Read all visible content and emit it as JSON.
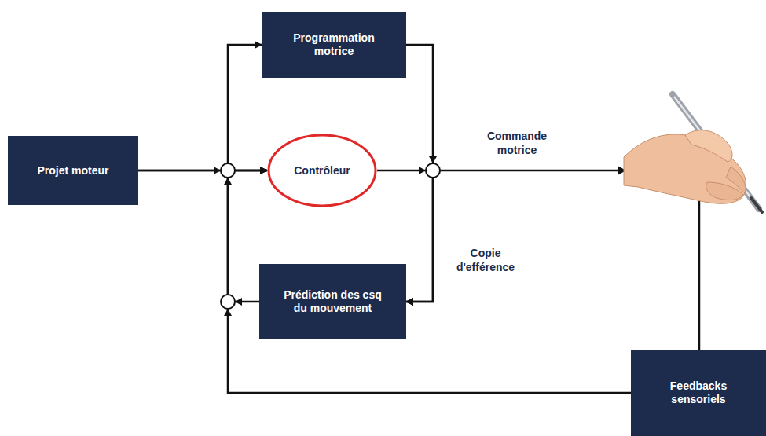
{
  "diagram": {
    "nodes": [
      {
        "text": [
          "Projet moteur"
        ]
      },
      {
        "text": [
          "Programmation motrice"
        ]
      },
      {
        "text": [
          "Contrôleur"
        ]
      },
      {
        "text": [
          "Prédiction des csq du mouvement"
        ]
      },
      {
        "text": [
          "Feedbacks sensoriels"
        ]
      }
    ],
    "edges": [
      {
        "from": 0,
        "to": 2,
        "arrow": "to"
      },
      {
        "from": 0,
        "to": 1,
        "arrow": "to"
      },
      {
        "from": 2,
        "to": 3,
        "label": "Copie d'efférence",
        "arrow": "to"
      },
      {
        "from": 1,
        "to": 3,
        "arrow": "to"
      },
      {
        "from": 3,
        "to": 2,
        "arrow": "to"
      },
      {
        "from": 4,
        "to": 2,
        "arrow": "to"
      }
    ],
    "labels": [
      "Commande motrice"
    ]
  }
}
